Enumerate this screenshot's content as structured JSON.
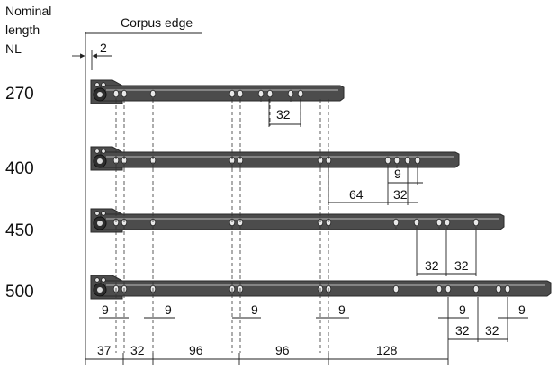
{
  "header": {
    "nominal_line1": "Nominal",
    "nominal_line2": "length",
    "nominal_line3": "NL",
    "corpus_edge": "Corpus edge",
    "offset": "2"
  },
  "runners": [
    {
      "length": "270"
    },
    {
      "length": "400"
    },
    {
      "length": "450"
    },
    {
      "length": "500"
    }
  ],
  "dimensions": {
    "r270_spacing": "32",
    "r400_long": "64",
    "r400_short": "32",
    "r400_nine": "9",
    "r450_left": "32",
    "r450_right": "32",
    "r500_nine_1": "9",
    "r500_nine_2": "9",
    "r500_nine_3": "9",
    "r500_nine_4": "9",
    "r500_nine_5": "9",
    "r500_nine_6": "9",
    "r500_32_left": "32",
    "r500_32_right": "32",
    "bottom_37": "37",
    "bottom_32": "32",
    "bottom_96a": "96",
    "bottom_96b": "96",
    "bottom_128": "128"
  },
  "colors": {
    "rail": "#4c4c4c",
    "line": "#222222"
  }
}
